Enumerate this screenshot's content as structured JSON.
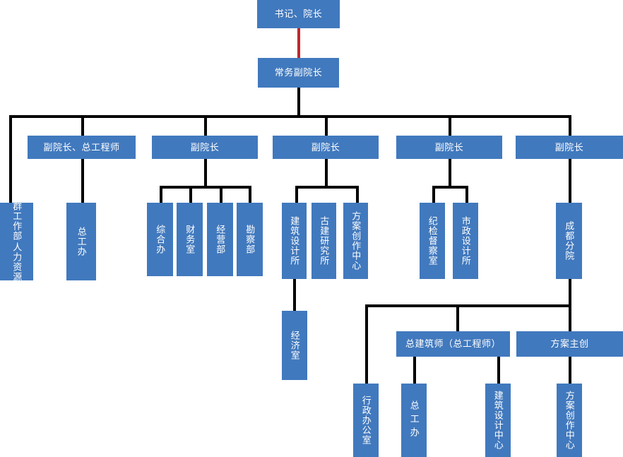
{
  "meta": {
    "type": "org-chart",
    "accent_color": "#4179be",
    "connector_color": "#000000",
    "highlight_connector_color": "#c0272d",
    "text_color": "#ffffff",
    "background": "#ffffff"
  },
  "nodes": {
    "director": "书记、院长",
    "exec_vice": "常务副院长",
    "vice_chief_engineer": "副院长、总工程师",
    "vice2": "副院长",
    "vice3": "副院长",
    "vice4": "副院长",
    "vice5": "副院长",
    "hr_party": "人力资源部",
    "hr_party_second": "党群工作部",
    "chief_eng_office": "总工办",
    "general_office": "综合办",
    "finance_office": "财务室",
    "operations_dept": "经营部",
    "survey_dept": "勘察部",
    "arch_design_institute": "建筑设计所",
    "ancient_arch_institute": "古建研究所",
    "scheme_creation_center": "方案创作中心",
    "discipline_office": "纪检督察室",
    "municipal_design_institute": "市政设计所",
    "chengdu_branch": "成都分院",
    "economics_office": "经济室",
    "chief_architect": "总建筑师（总工程师）",
    "scheme_lead": "方案主创",
    "admin_office": "行政办公室",
    "branch_chief_eng_office": "总工办",
    "arch_design_center": "建筑设计中心",
    "branch_scheme_center": "方案创作中心"
  },
  "hierarchy": {
    "root": "书记、院长",
    "level2": [
      "常务副院长"
    ],
    "level3": [
      "副院长、总工程师",
      "副院长",
      "副院长",
      "副院长",
      "副院长"
    ],
    "chengdu_branch_children": [
      "行政办公室",
      "总建筑师（总工程师）",
      "方案主创"
    ],
    "chief_architect_children": [
      "总工办",
      "建筑设计中心"
    ],
    "scheme_lead_children": [
      "方案创作中心"
    ]
  }
}
